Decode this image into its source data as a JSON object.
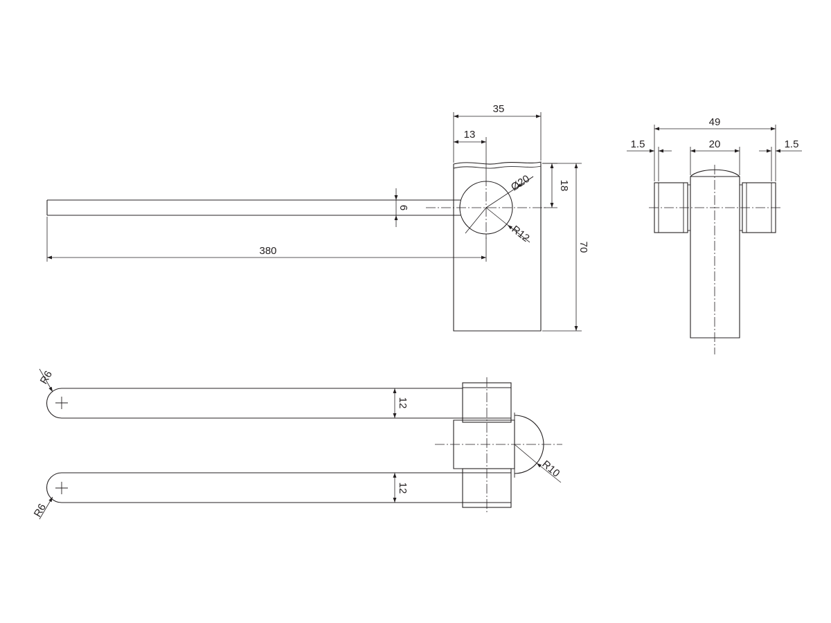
{
  "colors": {
    "line": "#231f20",
    "background": "#ffffff"
  },
  "dimensions": {
    "front_width": "35",
    "front_offset": "13",
    "front_height": "70",
    "pivot_depth": "18",
    "hole_diameter": "Ø20",
    "boss_radius": "R12",
    "arm_length": "380",
    "arm_thickness": "6",
    "side_width": "49",
    "side_left_gap": "1.5",
    "side_center_width": "20",
    "side_right_gap": "1.5",
    "top_upper_end_radius": "R6",
    "top_upper_width": "12",
    "top_lower_end_radius": "R6",
    "top_lower_width": "12",
    "top_pivot_radius": "R10"
  }
}
